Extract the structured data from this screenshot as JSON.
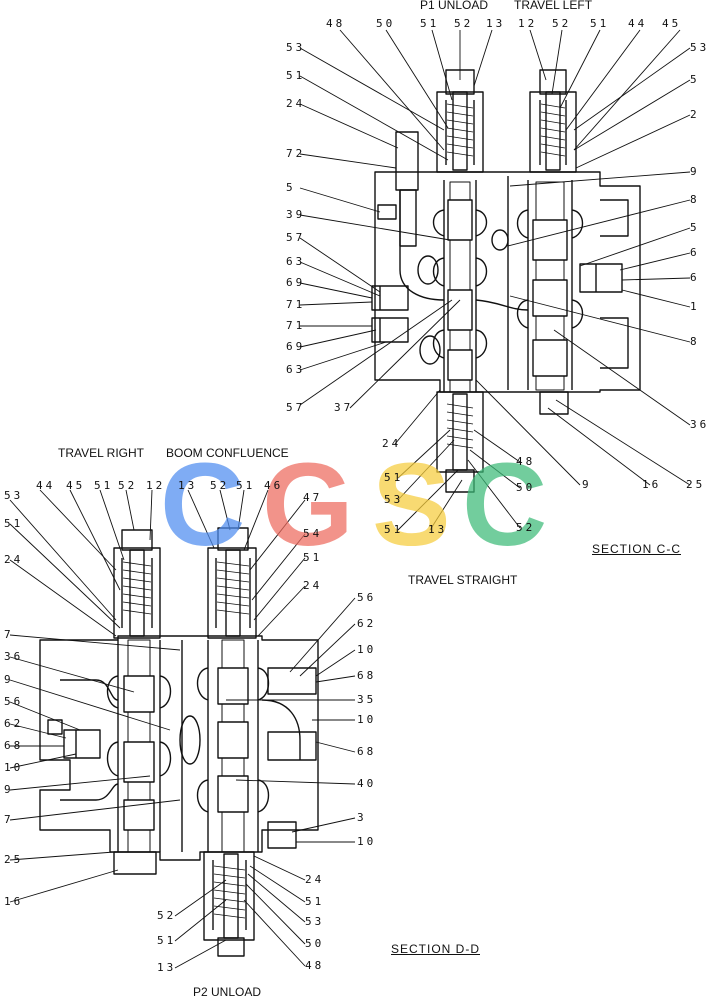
{
  "titles": {
    "p1_unload": "P1 UNLOAD",
    "travel_left": "TRAVEL LEFT",
    "travel_right": "TRAVEL RIGHT",
    "boom_confluence": "BOOM CONFLUENCE",
    "travel_straight": "TRAVEL STRAIGHT",
    "p2_unload": "P2 UNLOAD",
    "section_cc": "SECTION  C-C",
    "section_dd": "SECTION  D-D"
  },
  "watermark": {
    "letters": [
      "C",
      "G",
      "S",
      "C"
    ],
    "colors": [
      "#4e8df0",
      "#ee6a5e",
      "#f6cc3c",
      "#3dbb78"
    ]
  },
  "labels_cc": {
    "top": [
      "48",
      "50",
      "51",
      "52",
      "13",
      "12",
      "52",
      "51",
      "44",
      "45"
    ],
    "left": [
      "53",
      "51",
      "24",
      "72",
      "5",
      "39",
      "57",
      "63",
      "69",
      "71",
      "71",
      "69",
      "63",
      "57",
      "37"
    ],
    "right": [
      "53",
      "5",
      "2",
      "9",
      "8",
      "5",
      "6",
      "6",
      "1",
      "8",
      "36",
      "25",
      "16",
      "9"
    ],
    "bottom": [
      "24",
      "48",
      "50",
      "51",
      "53",
      "51",
      "13",
      "52"
    ]
  },
  "labels_dd": {
    "top": [
      "44",
      "45",
      "51",
      "52",
      "12",
      "13",
      "52",
      "51",
      "46",
      "47",
      "54",
      "51",
      "24"
    ],
    "left": [
      "53",
      "51",
      "24",
      "7",
      "36",
      "9",
      "56",
      "62",
      "68",
      "10",
      "9",
      "7",
      "25",
      "16"
    ],
    "right": [
      "56",
      "62",
      "10",
      "68",
      "35",
      "10",
      "68",
      "40",
      "3",
      "10",
      "24",
      "51",
      "53",
      "50",
      "48"
    ],
    "bottom": [
      "52",
      "51",
      "13"
    ]
  }
}
